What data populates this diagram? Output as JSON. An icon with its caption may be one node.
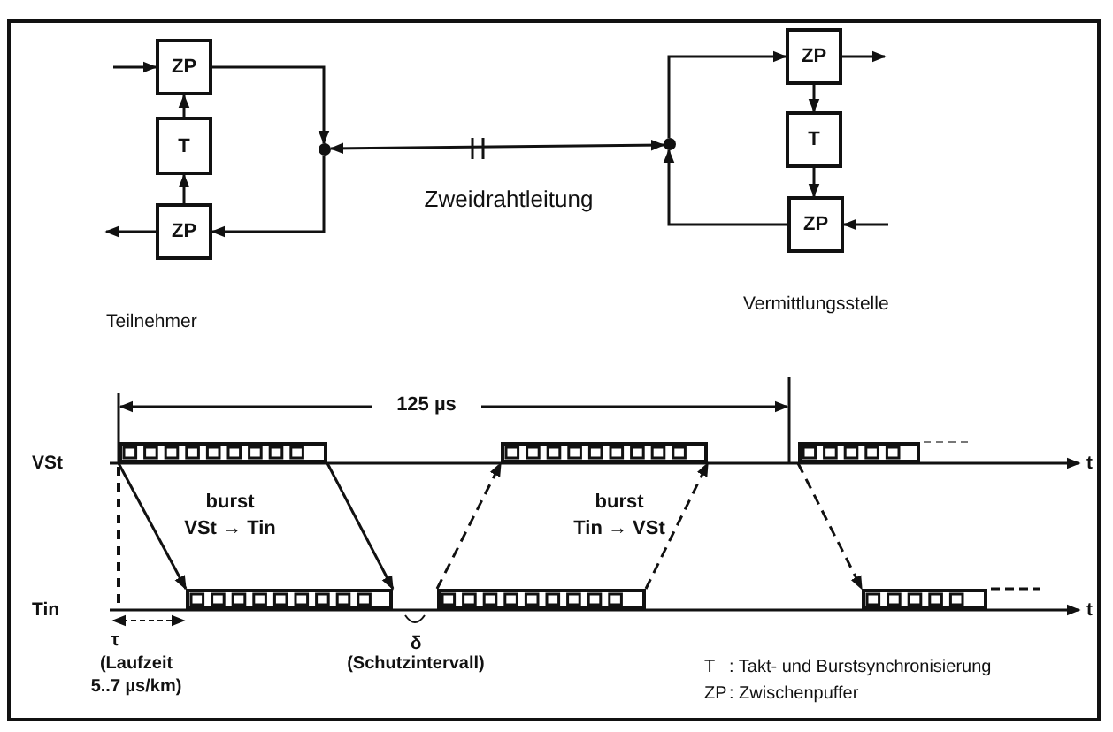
{
  "diagram": {
    "nodes": [
      {
        "text": [
          "ZP"
        ]
      },
      {
        "text": [
          "T"
        ]
      },
      {
        "text": [
          "ZP"
        ]
      },
      {
        "text": [
          "ZP"
        ]
      },
      {
        "text": [
          "T"
        ]
      },
      {
        "text": [
          "ZP"
        ]
      },
      {
        "text": [],
        "shape": "circle"
      },
      {
        "text": [],
        "shape": "circle"
      },
      {
        "text": [],
        "shape": "bar"
      },
      {
        "text": [],
        "shape": "bar"
      },
      {
        "text": [],
        "shape": "bar"
      },
      {
        "text": [],
        "shape": "bar"
      },
      {
        "text": [],
        "shape": "bar"
      },
      {
        "text": [],
        "shape": "bar"
      }
    ],
    "edges": [
      {
        "from": null,
        "to": 0,
        "arrow": "to"
      },
      {
        "from": 2,
        "to": null,
        "arrow": "to"
      },
      {
        "from": 1,
        "to": 0,
        "arrow": "to"
      },
      {
        "from": 2,
        "to": 1,
        "arrow": "to"
      },
      {
        "from": 0,
        "to": 6,
        "arrow": "to"
      },
      {
        "from": 6,
        "to": 2,
        "arrow": "to"
      },
      {
        "from": 6,
        "to": 7,
        "arrow": "both",
        "label": "Zweidrahtleitung"
      },
      {
        "from": 7,
        "to": 3,
        "arrow": "to"
      },
      {
        "from": 3,
        "to": null,
        "arrow": "to"
      },
      {
        "from": 3,
        "to": 4,
        "arrow": "to"
      },
      {
        "from": 4,
        "to": 5,
        "arrow": "to"
      },
      {
        "from": null,
        "to": 5,
        "arrow": "to"
      },
      {
        "from": 5,
        "to": 7,
        "arrow": "to"
      },
      {
        "from": 8,
        "to": 9,
        "arrow": "to"
      },
      {
        "from": 8,
        "to": 9,
        "arrow": "to"
      },
      {
        "from": 10,
        "to": 11,
        "arrow": "to",
        "style": "dashed"
      },
      {
        "from": 10,
        "to": 11,
        "arrow": "to",
        "style": "dashed"
      },
      {
        "from": 12,
        "to": 13,
        "arrow": "to",
        "style": "dashed"
      }
    ],
    "labels": [
      "Teilnehmer",
      "Vermittlungsstelle",
      "125 µs",
      "VSt",
      "t",
      "burst",
      "VSt → Tin",
      "burst",
      "Tin → VSt",
      "Tin",
      "t",
      "τ",
      "(Laufzeit 5..7 µs/km)",
      "δ",
      "(Schutzintervall)",
      "T",
      ": Takt- und Burstsynchronisierung",
      "ZP",
      ": Zwischenpuffer"
    ]
  }
}
